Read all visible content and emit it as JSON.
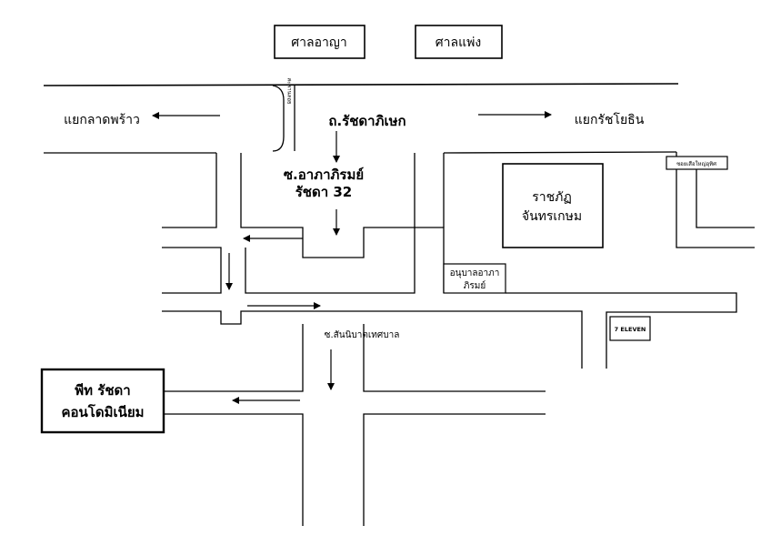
{
  "courts": {
    "criminal": "ศาลอาญา",
    "civil": "ศาลแพ่ง"
  },
  "roads": {
    "ratchada": "ถ.รัชดาภิเษก",
    "to_lat_phrao": "แยกลาดพร้าว",
    "to_ratchayothin": "แยกรัชโยธิน",
    "underpass": "สะพานลอย",
    "soi_32_line1": "ซ.อาภาภิรมย์",
    "soi_32_line2": "รัชดา 32",
    "soi_sanphet": "ซ.สันนิบาตเทศบาล"
  },
  "landmarks": {
    "university_line1": "ราชภัฏ",
    "university_line2": "จันทรเกษม",
    "kindergarten_line1": "อนุบาลอาภา",
    "kindergarten_line2": "ภิรมย์",
    "seven_eleven": "7 ELEVEN",
    "soi_top_right": "ซอยเสือใหญ่อุทิศ"
  },
  "destination": {
    "line1": "พีท รัชดา",
    "line2": "คอนโดมิเนียม"
  }
}
